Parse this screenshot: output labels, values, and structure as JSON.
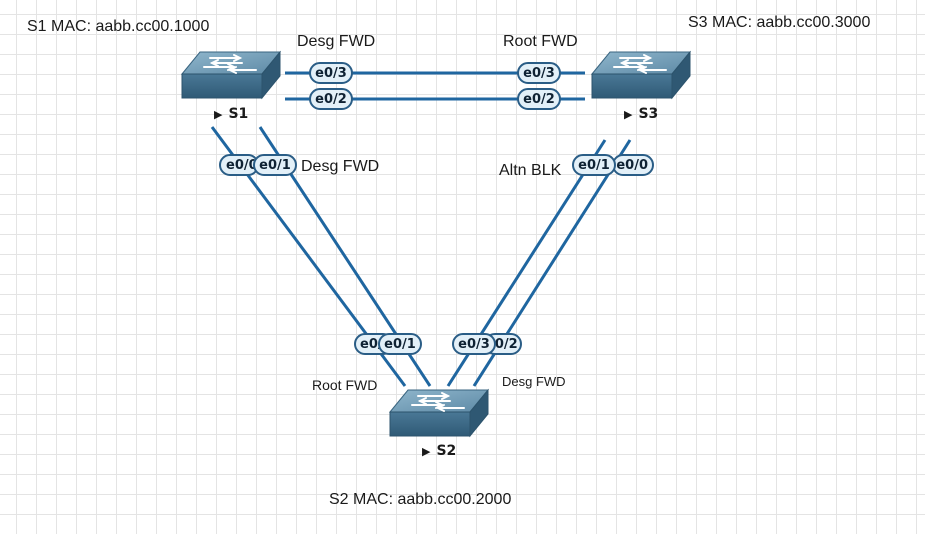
{
  "switches": {
    "s1": {
      "name": "S1",
      "mac": "S1 MAC: aabb.cc00.1000"
    },
    "s2": {
      "name": "S2",
      "mac": "S2 MAC: aabb.cc00.2000"
    },
    "s3": {
      "name": "S3",
      "mac": "S3 MAC: aabb.cc00.3000"
    }
  },
  "ports": {
    "s1_e03": "e0/3",
    "s1_e02": "e0/2",
    "s1_e00": "e0/0",
    "s1_e01": "e0/1",
    "s3_e03": "e0/3",
    "s3_e02": "e0/2",
    "s3_e01": "e0/1",
    "s3_e00": "e0/0",
    "s2_e00": "e0/0",
    "s2_e01": "e0/1",
    "s2_e03": "e0/3",
    "s2_e02": "e0/2"
  },
  "port_states": {
    "s1_top": "Desg FWD",
    "s3_top": "Root FWD",
    "s1_bottom": "Desg FWD",
    "s3_bottom": "Altn BLK",
    "s2_left": "Root FWD",
    "s2_right": "Desg FWD"
  },
  "colors": {
    "link": "#1f66a0",
    "switch_body": "#3e6d8a",
    "switch_top": "#6f9bb6",
    "port_pill_border": "#2a5d86",
    "port_pill_fill": "#e3f0f8"
  },
  "icons": {
    "switch": "network-switch-icon",
    "marker": "triangle-marker-icon"
  }
}
